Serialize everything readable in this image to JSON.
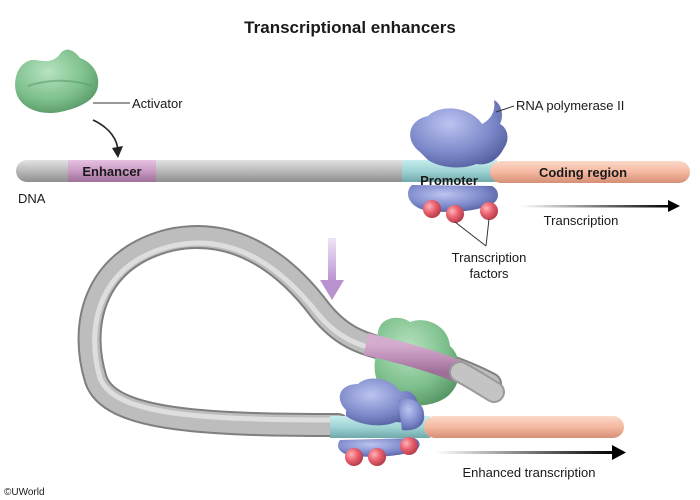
{
  "title": "Transcriptional enhancers",
  "labels": {
    "activator": "Activator",
    "rna_polymerase": "RNA polymerase II",
    "dna": "DNA",
    "enhancer": "Enhancer",
    "promoter": "Promoter",
    "coding_region": "Coding region",
    "transcription": "Transcription",
    "transcription_factors_line1": "Transcription",
    "transcription_factors_line2": "factors",
    "enhanced_transcription": "Enhanced transcription",
    "copyright": "©UWorld"
  },
  "colors": {
    "dna": "#b5b5b5",
    "enhancer": "#c99ac4",
    "promoter": "#9fd3d4",
    "coding_region": "#f4b8a0",
    "activator": "#7dbf8c",
    "polymerase": "#7b87c9",
    "transcription_factor": "#e8616e",
    "flow_arrow": "#c4a5d6"
  },
  "icons": {
    "activator": "activator-protein-icon",
    "polymerase": "rna-polymerase-icon",
    "factor": "transcription-factor-icon"
  }
}
